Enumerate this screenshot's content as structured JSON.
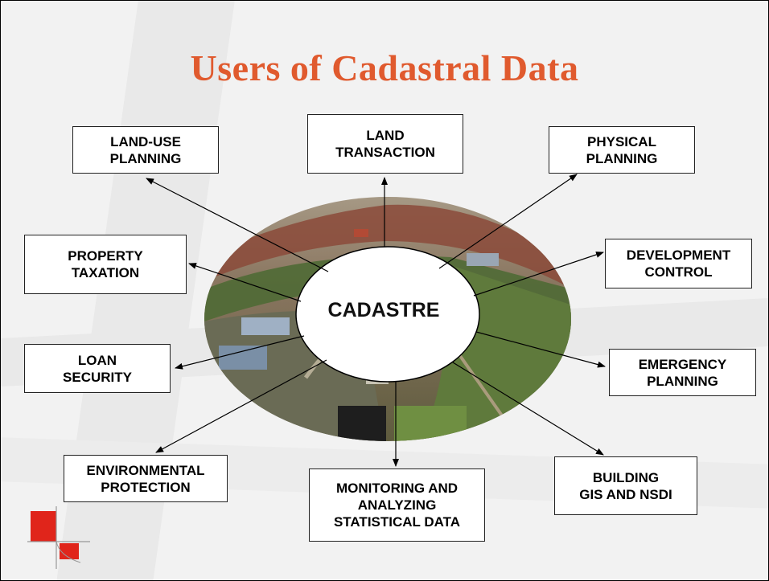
{
  "slide": {
    "title": "Users of Cadastral Data",
    "center_label": "CADASTRE",
    "colors": {
      "title": "#e05a2e",
      "logo_red": "#e0251b",
      "background": "#f2f2f2"
    },
    "users": [
      {
        "id": "land-use-planning",
        "label": "LAND-USE\nPLANNING"
      },
      {
        "id": "land-transaction",
        "label": "LAND\nTRANSACTION"
      },
      {
        "id": "physical-planning",
        "label": "PHYSICAL\nPLANNING"
      },
      {
        "id": "property-taxation",
        "label": "PROPERTY\nTAXATION"
      },
      {
        "id": "development-control",
        "label": "DEVELOPMENT\nCONTROL"
      },
      {
        "id": "loan-security",
        "label": "LOAN\nSECURITY"
      },
      {
        "id": "emergency-planning",
        "label": "EMERGENCY\nPLANNING"
      },
      {
        "id": "environmental-protection",
        "label": "ENVIRONMENTAL\nPROTECTION"
      },
      {
        "id": "monitoring-statistical-data",
        "label": "MONITORING AND\nANALYZING\nSTATISTICAL DATA"
      },
      {
        "id": "building-gis-nsdi",
        "label": "BUILDING\nGIS AND NSDI"
      }
    ]
  }
}
